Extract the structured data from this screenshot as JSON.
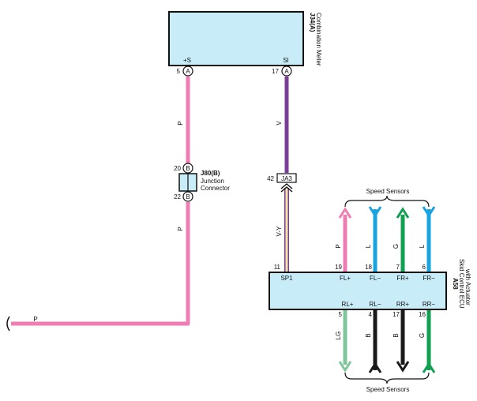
{
  "colors": {
    "box_fill": "#c8ecf8",
    "pink": "#f07cb4",
    "violet": "#7a3c96",
    "yellow": "#f2e6a0",
    "light_green": "#7fc79a",
    "blue": "#19a3e0",
    "green": "#10a050",
    "black": "#1a1a1a"
  },
  "combination_meter": {
    "id": "J34(A)",
    "name": "Combination Meter",
    "terminal_plus_s": {
      "label": "+S",
      "pin": "5",
      "connector": "A"
    },
    "terminal_si": {
      "label": "SI",
      "pin": "17",
      "connector": "A"
    }
  },
  "junction_connector": {
    "id": "J80(B)",
    "name_line1": "Junction",
    "name_line2": "Connector",
    "pin_top": "20",
    "pin_bottom": "22",
    "connector": "B"
  },
  "ja3_connector": {
    "label": "JA3",
    "pin": "42"
  },
  "ecu": {
    "id": "A58",
    "name_line1": "Skid Control ECU",
    "name_line2": "with Actuator",
    "sp1": {
      "label": "SP1",
      "pin": "11",
      "wire": "V-Y"
    },
    "top_terminals": [
      {
        "label": "FL+",
        "pin": "19",
        "wire": "P"
      },
      {
        "label": "FL−",
        "pin": "18",
        "wire": "L"
      },
      {
        "label": "FR+",
        "pin": "7",
        "wire": "G"
      },
      {
        "label": "FR−",
        "pin": "6",
        "wire": "L"
      }
    ],
    "bottom_terminals": [
      {
        "label": "RL+",
        "pin": "5",
        "wire": "LG"
      },
      {
        "label": "RL−",
        "pin": "4",
        "wire": "B"
      },
      {
        "label": "RR+",
        "pin": "17",
        "wire": "B"
      },
      {
        "label": "RR−",
        "pin": "16",
        "wire": "G"
      }
    ]
  },
  "wires": {
    "meter_left_upper": "P",
    "meter_left_lower": "P",
    "meter_right": "V",
    "left_horizontal": "P"
  },
  "speed_sensors_top": "Speed Sensors",
  "speed_sensors_bottom": "Speed Sensors"
}
